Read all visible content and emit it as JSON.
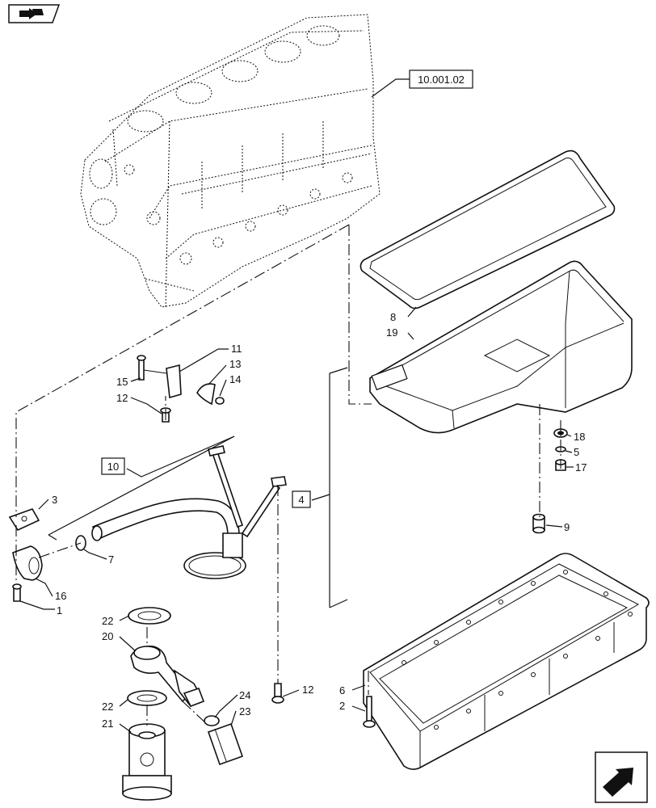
{
  "nav": {
    "top_icon": "book-arrow-icon",
    "bottom_icon": "next-page-arrow-icon"
  },
  "reference_box": "10.001.02",
  "boxed_labels": {
    "group_10": "10",
    "group_4": "4"
  },
  "callouts": {
    "c1": "1",
    "c2": "2",
    "c3": "3",
    "c5": "5",
    "c6": "6",
    "c7": "7",
    "c8": "8",
    "c9": "9",
    "c11": "11",
    "c12a": "12",
    "c12b": "12",
    "c13": "13",
    "c14": "14",
    "c15": "15",
    "c16": "16",
    "c17": "17",
    "c18": "18",
    "c19": "19",
    "c20": "20",
    "c21": "21",
    "c22a": "22",
    "c22b": "22",
    "c23": "23",
    "c24": "24"
  }
}
